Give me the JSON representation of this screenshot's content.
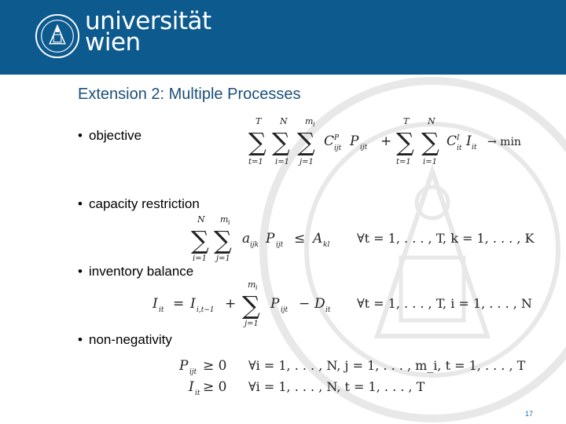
{
  "header": {
    "brand_line1": "universität",
    "brand_line2": "wien",
    "color": "#0d5a8f"
  },
  "slide": {
    "title": "Extension 2: Multiple Processes",
    "bullets": [
      {
        "label": "objective"
      },
      {
        "label": "capacity restriction"
      },
      {
        "label": "inventory balance"
      },
      {
        "label": "non-negativity"
      }
    ],
    "page_number": "17"
  },
  "formulas": {
    "objective_tail": "→ min",
    "capacity_cond": "∀t = 1, . . . , T,  k = 1, . . . , K",
    "inventory_cond": "∀t = 1, . . . , T,  i = 1, . . . , N",
    "nonneg_cond1": "∀i = 1, . . . , N,  j = 1, . . . , m_i,  t = 1, . . . , T",
    "nonneg_cond2": "∀i = 1, . . . , N,  t = 1, . . . , T"
  }
}
